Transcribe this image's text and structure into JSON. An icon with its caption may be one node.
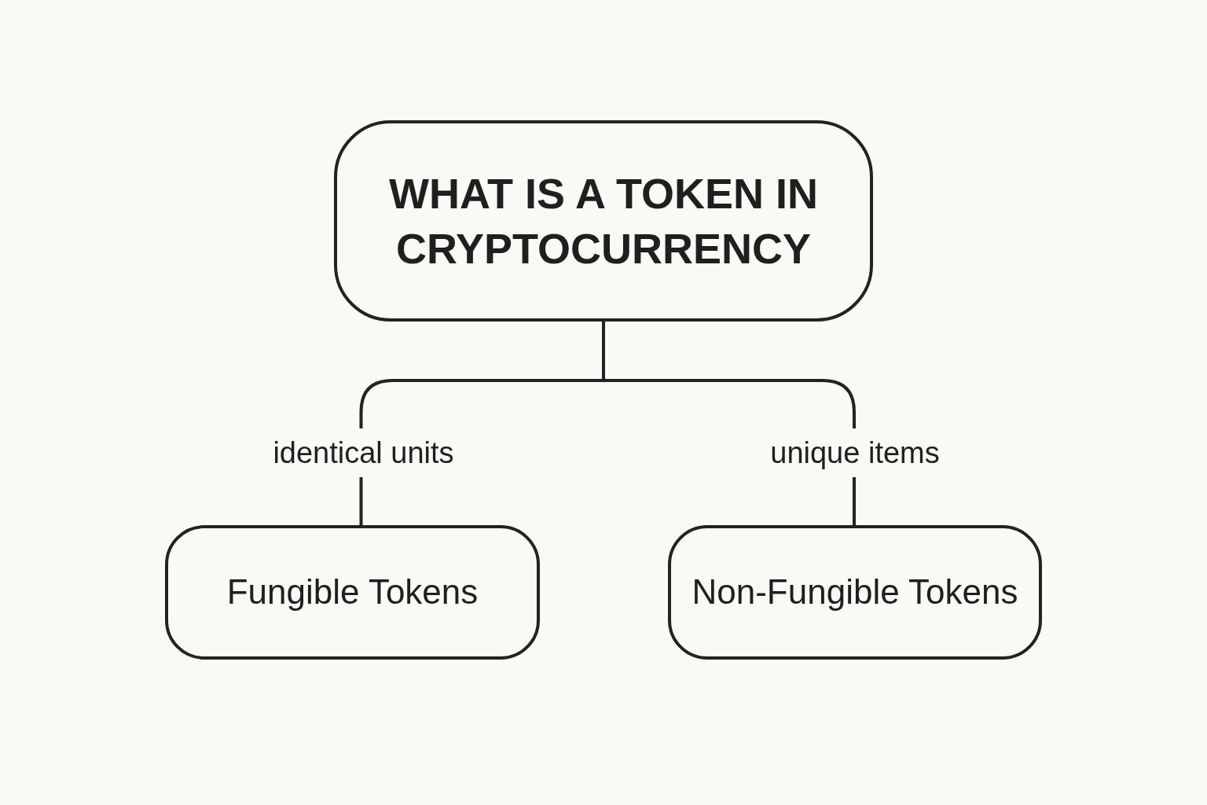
{
  "diagram": {
    "nodes": [
      {
        "text": [
          "WHAT IS A TOKEN IN CRYPTOCURRENCY"
        ]
      },
      {
        "text": [
          "Fungible Tokens"
        ]
      },
      {
        "text": [
          "Non-Fungible Tokens"
        ]
      }
    ],
    "edges": [
      {
        "from": 0,
        "to": 1,
        "arrow": "none",
        "label": "identical units"
      },
      {
        "from": 0,
        "to": 2,
        "arrow": "none",
        "label": "unique items"
      }
    ]
  }
}
